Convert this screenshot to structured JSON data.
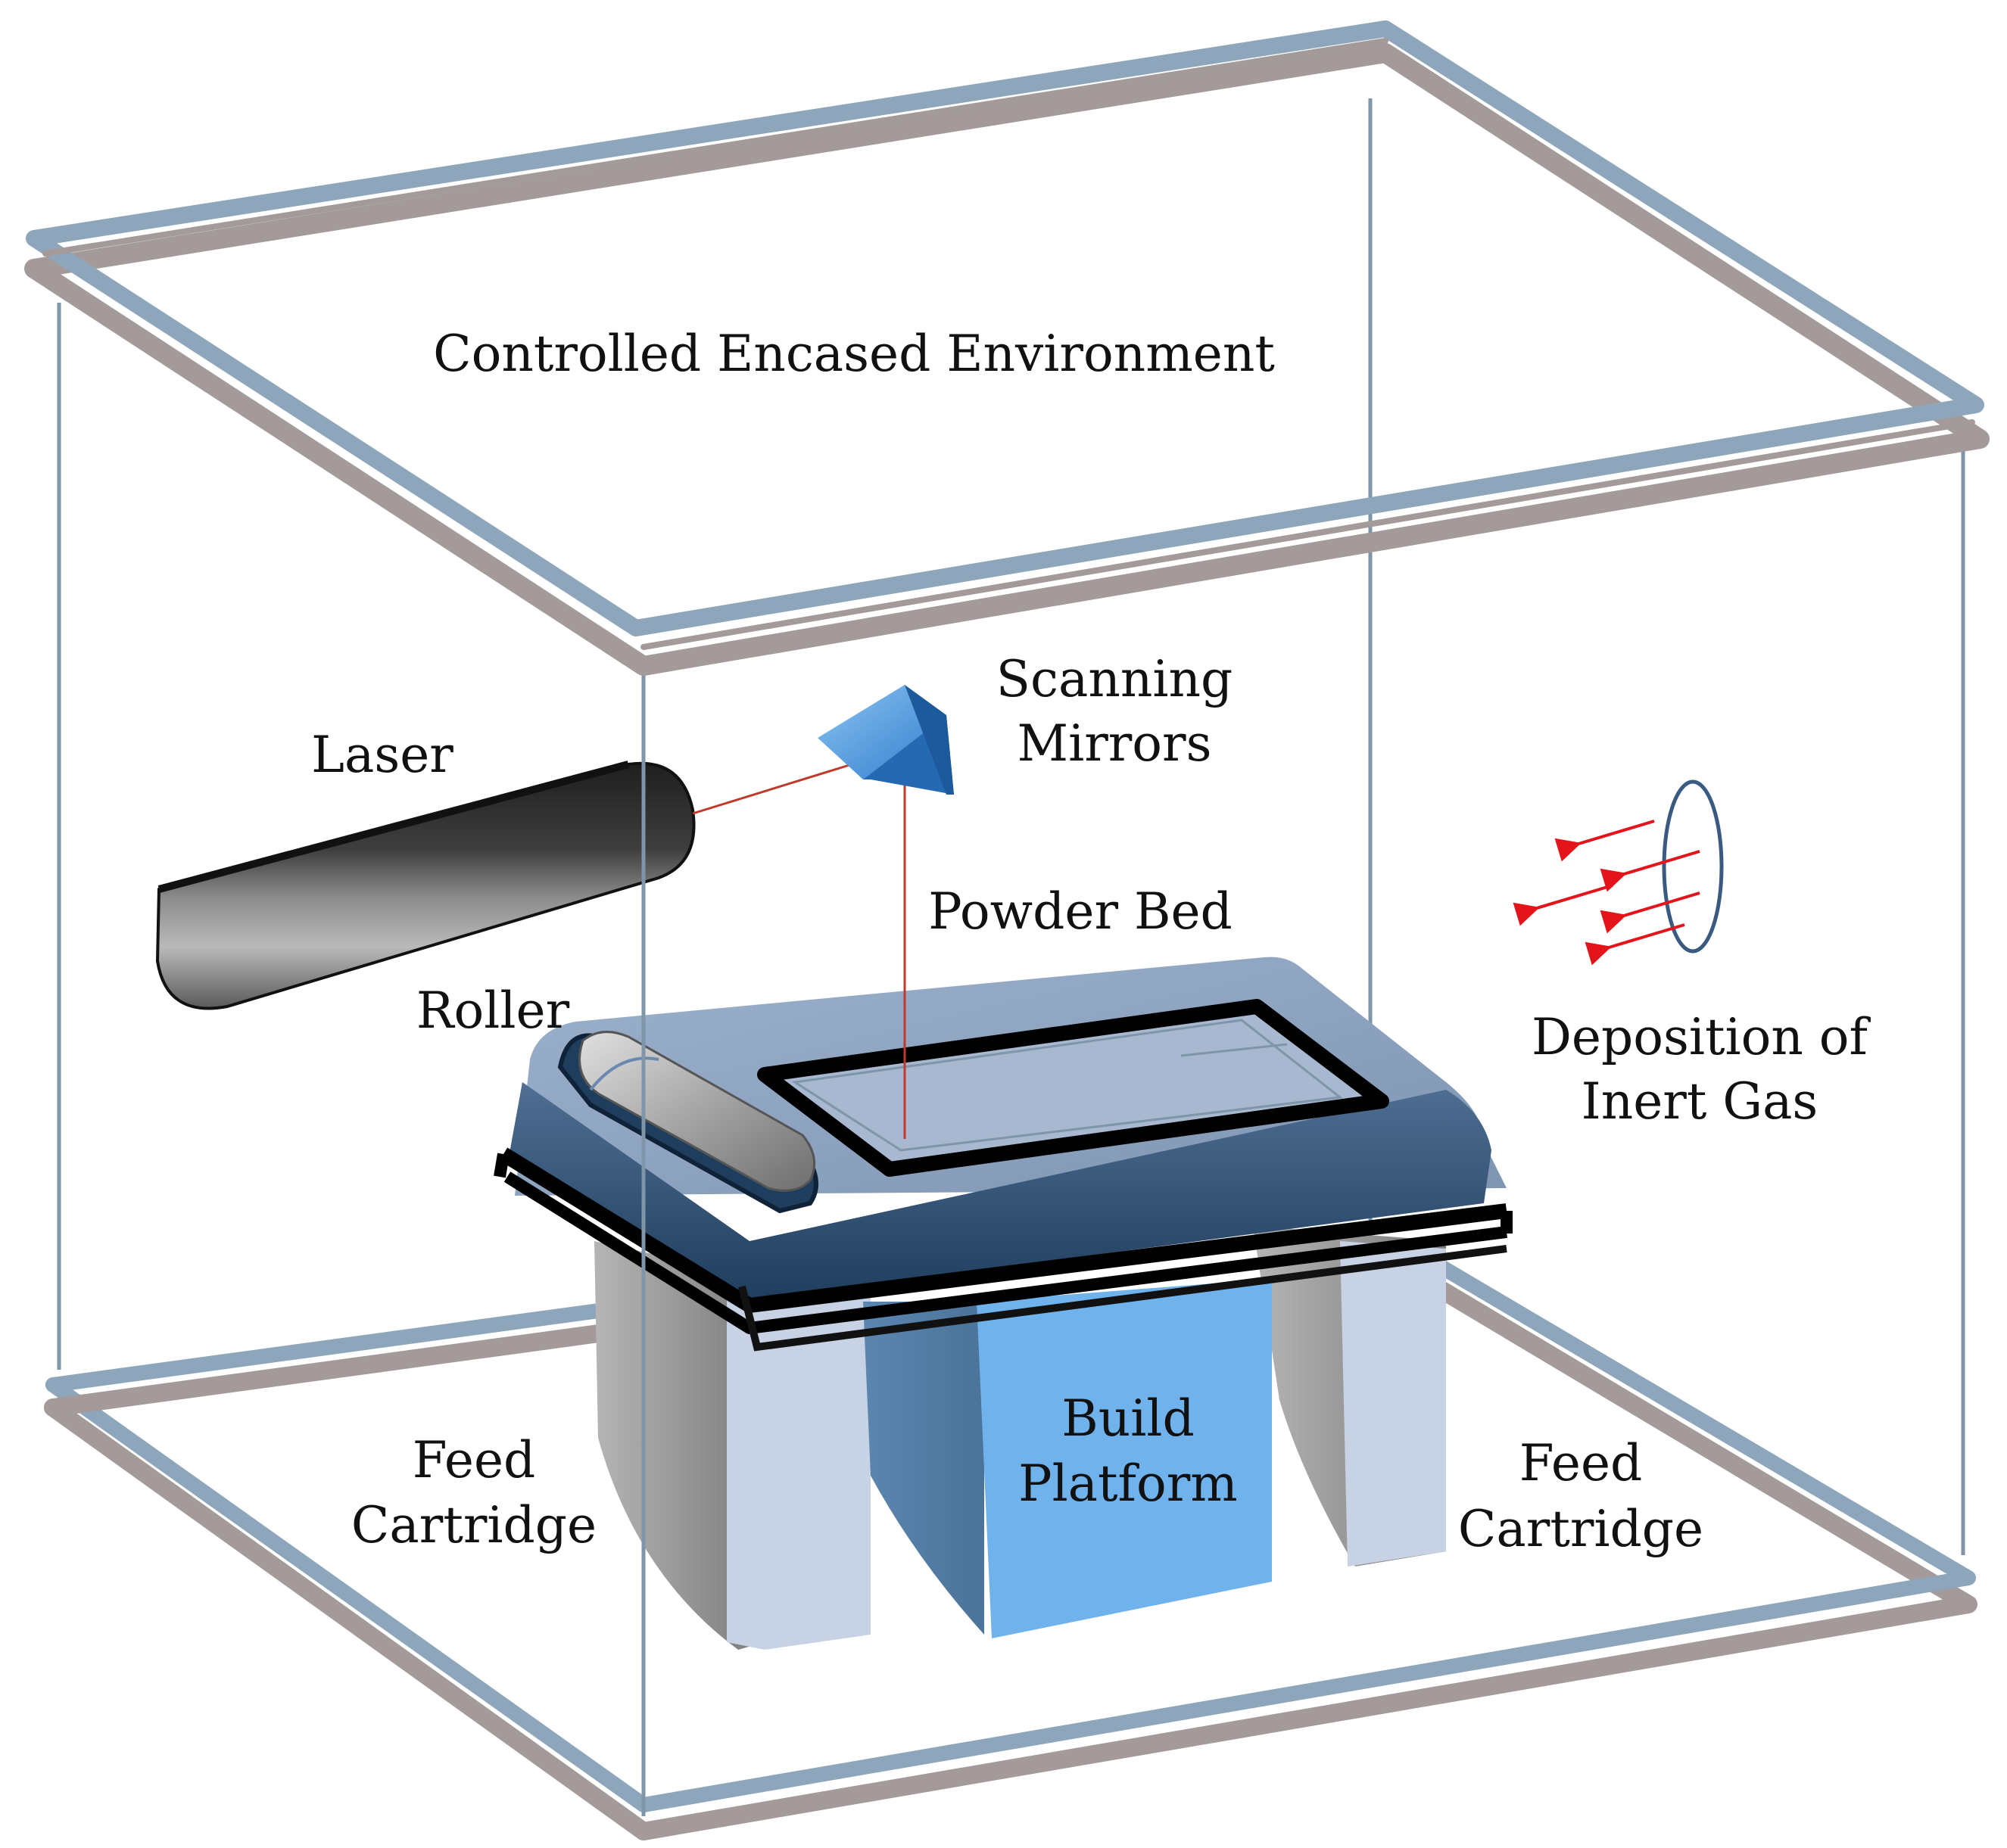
{
  "labels": {
    "environment": "Controlled Encased Environment",
    "laser": "Laser",
    "scanning_line1": "Scanning",
    "scanning_line2": "Mirrors",
    "powder_bed": "Powder Bed",
    "roller": "Roller",
    "gas_line1": "Deposition of",
    "gas_line2": "Inert Gas",
    "build_line1": "Build",
    "build_line2": "Platform",
    "feed_left_line1": "Feed",
    "feed_left_line2": "Cartridge",
    "feed_right_line1": "Feed",
    "feed_right_line2": "Cartridge"
  },
  "colors": {
    "frame_gray": "#a39a99",
    "frame_blue": "#8ea6bc",
    "edge_line": "#7f95a8",
    "laser_beam": "#c0392b",
    "gas_arrow": "#e3151a",
    "gas_ring": "#3a5a82",
    "mirror": "#5aa2e0",
    "build_platform": "#6fb2ec",
    "machine_top": "#8da3c0",
    "machine_dark": "#294a6c",
    "powder_bed": "#a7b8d0",
    "feed_light": "#c7d2e4",
    "feed_shadow": "#8c8c8c"
  }
}
